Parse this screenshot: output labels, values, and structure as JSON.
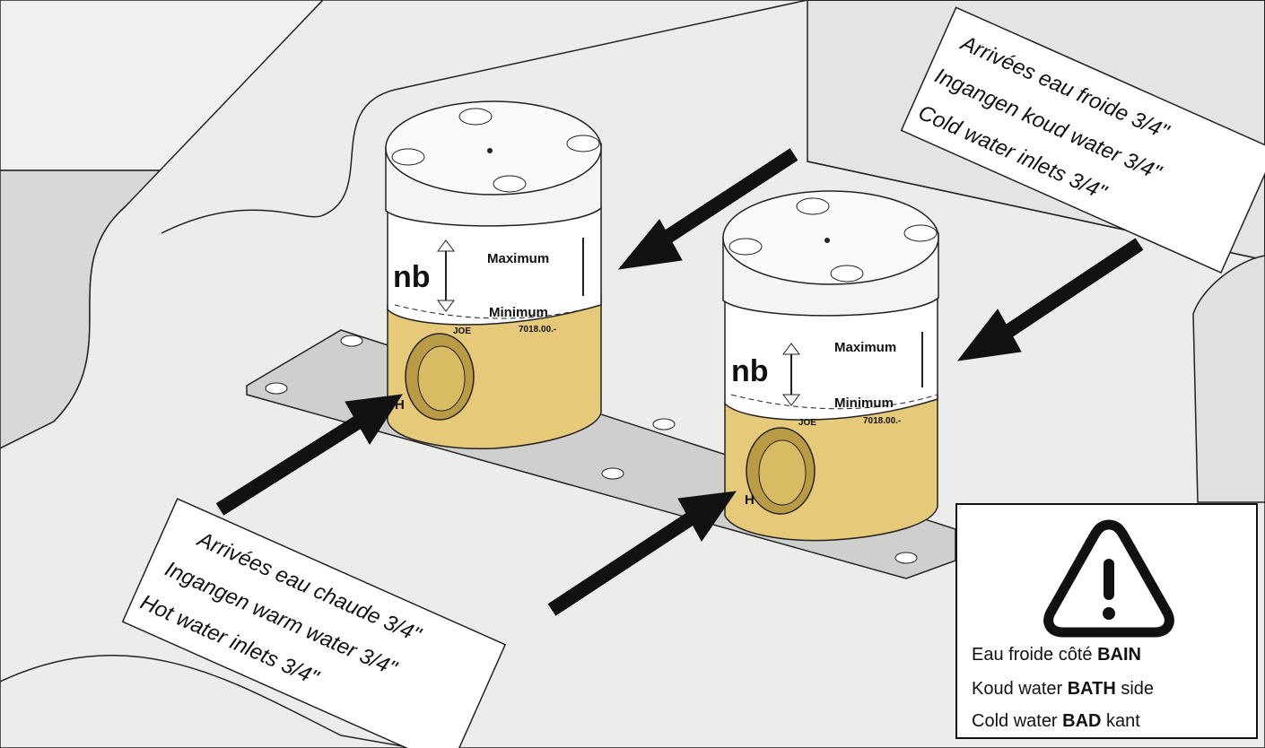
{
  "cold_label": {
    "lines": [
      "Arrivées eau froide 3/4\"",
      "Ingangen koud water 3/4\"",
      "Cold water inlets 3/4\""
    ]
  },
  "hot_label": {
    "lines": [
      "Arrivées eau chaude 3/4\"",
      "Ingangen warm water 3/4\"",
      "Hot water inlets 3/4\""
    ]
  },
  "valve_left": {
    "brand": "nb",
    "max": "Maximum",
    "min": "Minimum",
    "code": "JOE",
    "ref": "7018.00.-",
    "port": "H"
  },
  "valve_right": {
    "brand": "nb",
    "max": "Maximum",
    "min": "Minimum",
    "code": "JOE",
    "ref": "7018.00.-",
    "port": "H"
  },
  "warning": {
    "icon": "warning-triangle-icon",
    "lines": [
      {
        "pre": "Eau froide côté ",
        "bold": "BAIN",
        "post": ""
      },
      {
        "pre": "Koud water ",
        "bold": "BATH",
        "post": " side"
      },
      {
        "pre": "Cold water ",
        "bold": "BAD",
        "post": " kant"
      }
    ]
  },
  "colors": {
    "brass": "#e6ca79",
    "wall": "#dededd",
    "floor": "#e9e9e9",
    "plate": "#cfcfcd",
    "cap": "#f4f4f4"
  }
}
